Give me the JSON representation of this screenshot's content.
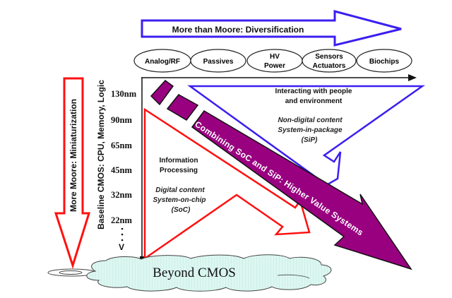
{
  "diagram": {
    "more_than_moore_arrow": {
      "label": "More than Moore:  Diversification",
      "color": "#3b1ff0"
    },
    "more_moore_arrow": {
      "label": "More Moore:  Miniaturization",
      "color": "#ff1010"
    },
    "baseline_label": "Baseline CMOS:  CPU, Memory, Logic",
    "nodes": [
      "130nm",
      "90nm",
      "65nm",
      "45nm",
      "32nm",
      "22nm"
    ],
    "nodes_continuation": {
      "dots": "· · ·",
      "arrow": "V"
    },
    "categories": [
      {
        "line1": "Analog/RF",
        "line2": ""
      },
      {
        "line1": "Passives",
        "line2": ""
      },
      {
        "line1": "HV",
        "line2": "Power"
      },
      {
        "line1": "Sensors",
        "line2": "Actuators"
      },
      {
        "line1": "Biochips",
        "line2": ""
      }
    ],
    "soc_region": {
      "title_line1": "Information",
      "title_line2": "Processing",
      "sub_line1": "Digital content",
      "sub_line2": "System-on-chip",
      "sub_line3": "(SoC)",
      "color": "#ff1010"
    },
    "sip_region": {
      "title_line1": "Interacting with people",
      "title_line2": "and environment",
      "sub_line1": "Non-digital content",
      "sub_line2": "System-in-package",
      "sub_line3": "(SiP)",
      "color": "#3b1ff0"
    },
    "combined_arrow": {
      "label": "Combining SoC and SiP:  Higher Value Systems",
      "color": "#990080"
    },
    "beyond_cmos": {
      "label": "Beyond CMOS",
      "color": "#dcf7f0"
    }
  }
}
